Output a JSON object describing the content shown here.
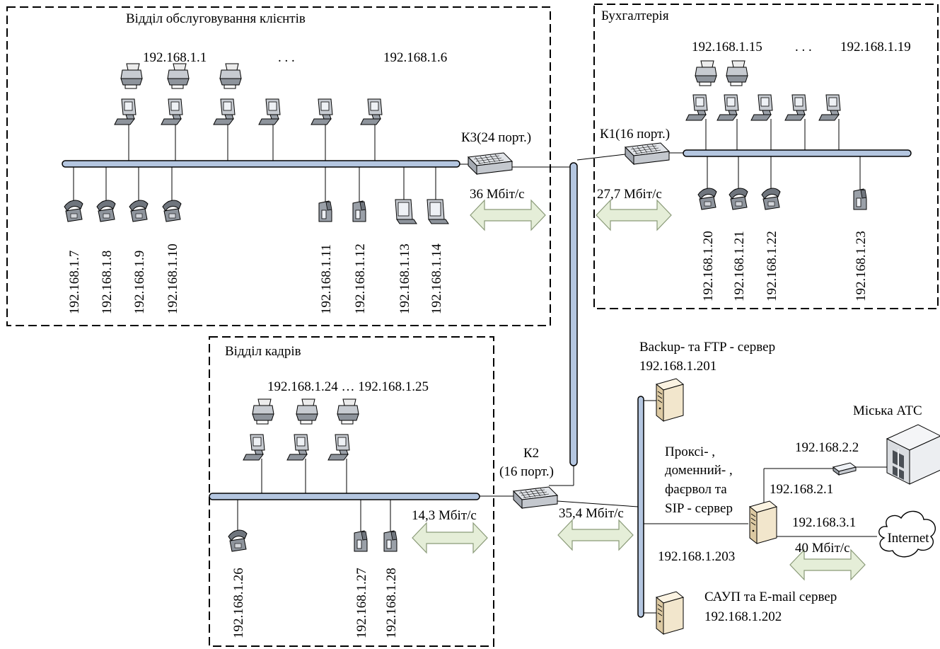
{
  "zones": {
    "clients": {
      "title": "Відділ обслуговування клієнтів",
      "ip_range_start": "192.168.1.1",
      "ip_range_dots": ". . .",
      "ip_range_end": "192.168.1.6"
    },
    "accounting": {
      "title": "Бухгалтерія",
      "ip_range_start": "192.168.1.15",
      "ip_range_dots": ". . .",
      "ip_range_end": "192.168.1.19"
    },
    "hr": {
      "title": "Відділ кадрів",
      "ip_range": "192.168.1.24 … 192.168.1.25"
    }
  },
  "switches": {
    "k3": {
      "label": "К3(24 порт.)"
    },
    "k1": {
      "label": "К1(16 порт.)"
    },
    "k2": {
      "label_line1": "К2",
      "label_line2": "(16 порт.)"
    }
  },
  "speeds": {
    "k3": "36 Мбіт/с",
    "k1": "27,7 Мбіт/с",
    "hr": "14,3 Мбіт/с",
    "servers": "35,4 Мбіт/с",
    "internet": "40 Мбіт/с"
  },
  "devices": {
    "clients_bottom": [
      "192.168.1.7",
      "192.168.1.8",
      "192.168.1.9",
      "192.168.1.10",
      "192.168.1.11",
      "192.168.1.12",
      "192.168.1.13",
      "192.168.1.14"
    ],
    "accounting_bottom": [
      "192.168.1.20",
      "192.168.1.21",
      "192.168.1.22",
      "192.168.1.23"
    ],
    "hr_bottom": [
      "192.168.1.26",
      "192.168.1.27",
      "192.168.1.28"
    ]
  },
  "servers": {
    "backup": {
      "name": "Backup- та FTP - сервер",
      "ip": "192.168.1.201"
    },
    "proxy": {
      "line1": "Проксі- ,",
      "line2": "доменний- ,",
      "line3": "фаєрвол та",
      "line4": "SIP - сервер",
      "ip": "192.168.1.203"
    },
    "saup": {
      "name": "САУП та  E-mail сервер",
      "ip": "192.168.1.202"
    }
  },
  "external": {
    "city_atc": "Міська АТС",
    "atc_ip": "192.168.2.2",
    "proxy_ip_atc": "192.168.2.1",
    "proxy_ip_inet": "192.168.3.1",
    "internet": "Internet"
  },
  "colors": {
    "bus": "#b4c6e0",
    "arrow": "#e5eed8",
    "server": "#f2e6cc",
    "device": "#9aa0a8"
  }
}
